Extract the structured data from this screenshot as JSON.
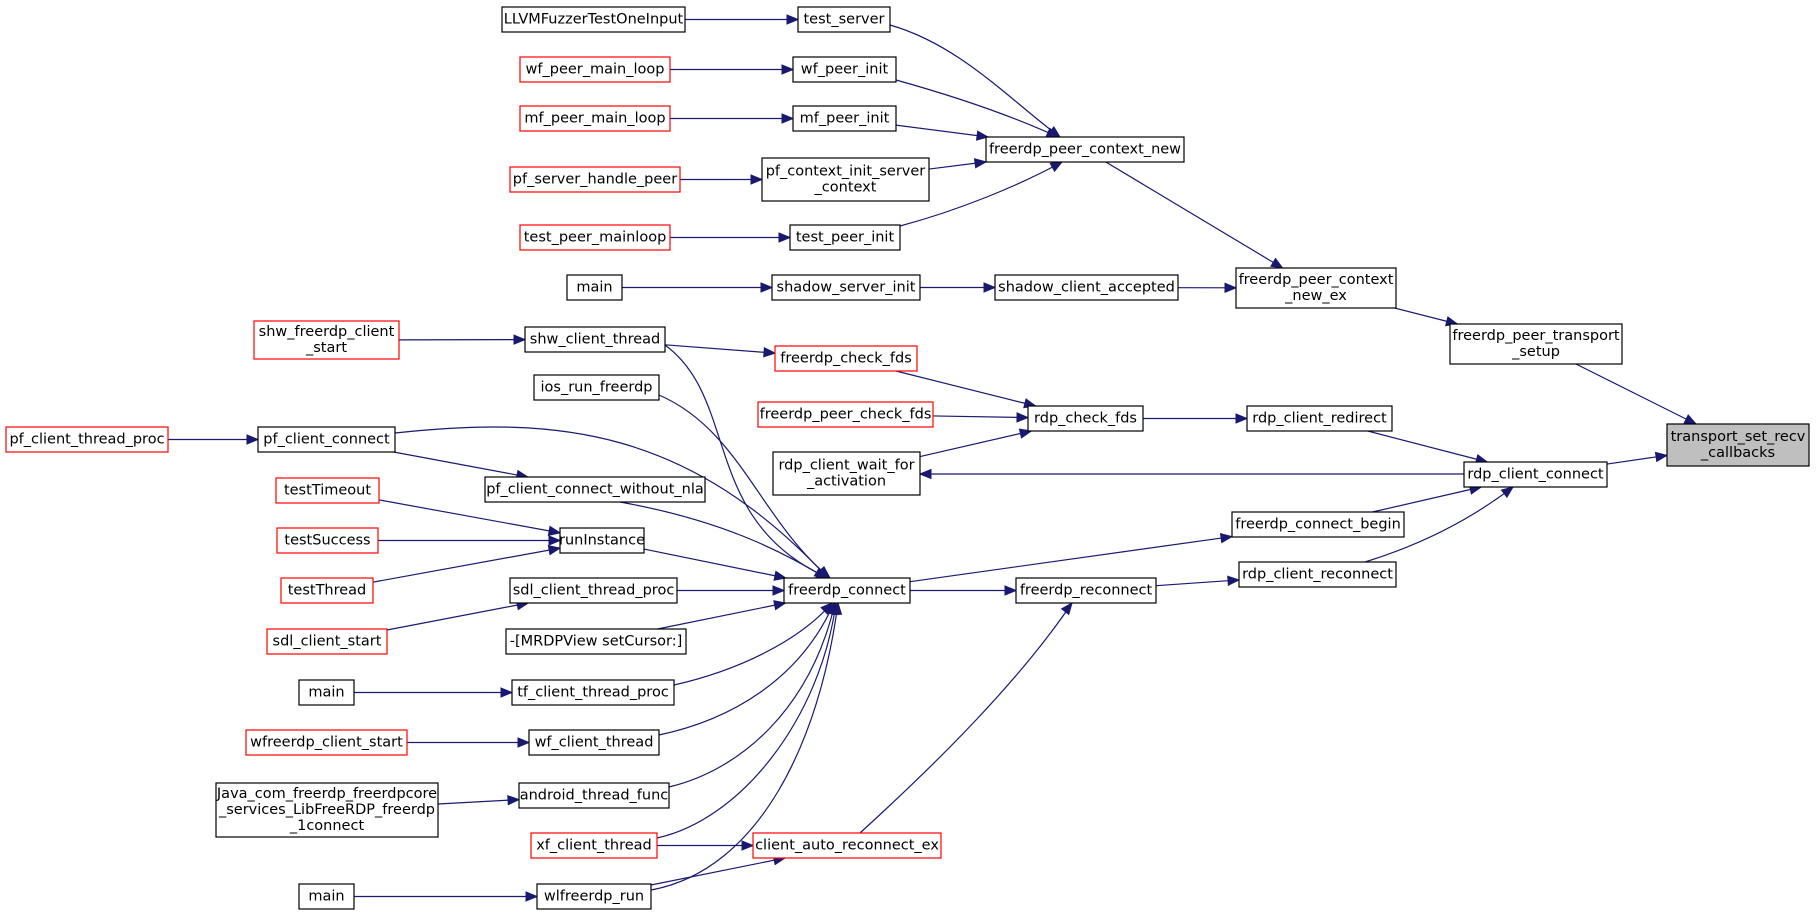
{
  "colors": {
    "edge": "#191970",
    "border_normal": "#000000",
    "border_truncated": "#ff0000",
    "fill_root": "#bfbfbf",
    "fill_normal": "#ffffff"
  },
  "nodes": {
    "llvmfuzzer": {
      "lines": [
        "LLVMFuzzerTestOneInput"
      ],
      "status": "normal"
    },
    "test_server": {
      "lines": [
        "test_server"
      ],
      "status": "normal"
    },
    "wf_peer_main_loop": {
      "lines": [
        "wf_peer_main_loop"
      ],
      "status": "truncated"
    },
    "wf_peer_init": {
      "lines": [
        "wf_peer_init"
      ],
      "status": "normal"
    },
    "mf_peer_main_loop": {
      "lines": [
        "mf_peer_main_loop"
      ],
      "status": "truncated"
    },
    "mf_peer_init": {
      "lines": [
        "mf_peer_init"
      ],
      "status": "normal"
    },
    "pf_server_handle_peer": {
      "lines": [
        "pf_server_handle_peer"
      ],
      "status": "truncated"
    },
    "pf_context_init_server_context": {
      "lines": [
        "pf_context_init_server",
        "_context"
      ],
      "status": "normal"
    },
    "freerdp_peer_context_new": {
      "lines": [
        "freerdp_peer_context_new"
      ],
      "status": "normal"
    },
    "test_peer_mainloop": {
      "lines": [
        "test_peer_mainloop"
      ],
      "status": "truncated"
    },
    "test_peer_init": {
      "lines": [
        "test_peer_init"
      ],
      "status": "normal"
    },
    "main_1": {
      "lines": [
        "main"
      ],
      "status": "normal"
    },
    "shadow_server_init": {
      "lines": [
        "shadow_server_init"
      ],
      "status": "normal"
    },
    "shadow_client_accepted": {
      "lines": [
        "shadow_client_accepted"
      ],
      "status": "normal"
    },
    "freerdp_peer_context_new_ex": {
      "lines": [
        "freerdp_peer_context",
        "_new_ex"
      ],
      "status": "normal"
    },
    "shw_freerdp_client_start": {
      "lines": [
        "shw_freerdp_client",
        "_start"
      ],
      "status": "truncated"
    },
    "shw_client_thread": {
      "lines": [
        "shw_client_thread"
      ],
      "status": "normal"
    },
    "freerdp_check_fds": {
      "lines": [
        "freerdp_check_fds"
      ],
      "status": "truncated"
    },
    "freerdp_peer_transport_setup": {
      "lines": [
        "freerdp_peer_transport",
        "_setup"
      ],
      "status": "normal"
    },
    "ios_run_freerdp": {
      "lines": [
        "ios_run_freerdp"
      ],
      "status": "normal"
    },
    "freerdp_peer_check_fds": {
      "lines": [
        "freerdp_peer_check_fds"
      ],
      "status": "truncated"
    },
    "rdp_check_fds": {
      "lines": [
        "rdp_check_fds"
      ],
      "status": "normal"
    },
    "rdp_client_redirect": {
      "lines": [
        "rdp_client_redirect"
      ],
      "status": "normal"
    },
    "transport_set_recv_callbacks": {
      "lines": [
        "transport_set_recv",
        "_callbacks"
      ],
      "status": "root"
    },
    "pf_client_thread_proc": {
      "lines": [
        "pf_client_thread_proc"
      ],
      "status": "truncated"
    },
    "pf_client_connect": {
      "lines": [
        "pf_client_connect"
      ],
      "status": "normal"
    },
    "rdp_client_wait_for_activation": {
      "lines": [
        "rdp_client_wait_for",
        "_activation"
      ],
      "status": "normal"
    },
    "rdp_client_connect": {
      "lines": [
        "rdp_client_connect"
      ],
      "status": "normal"
    },
    "testTimeout": {
      "lines": [
        "testTimeout"
      ],
      "status": "truncated"
    },
    "pf_client_connect_without_nla": {
      "lines": [
        "pf_client_connect_without_nla"
      ],
      "status": "normal"
    },
    "freerdp_connect_begin": {
      "lines": [
        "freerdp_connect_begin"
      ],
      "status": "normal"
    },
    "testSuccess": {
      "lines": [
        "testSuccess"
      ],
      "status": "truncated"
    },
    "runInstance": {
      "lines": [
        "runInstance"
      ],
      "status": "normal"
    },
    "rdp_client_reconnect": {
      "lines": [
        "rdp_client_reconnect"
      ],
      "status": "normal"
    },
    "testThread": {
      "lines": [
        "testThread"
      ],
      "status": "truncated"
    },
    "sdl_client_thread_proc": {
      "lines": [
        "sdl_client_thread_proc"
      ],
      "status": "normal"
    },
    "freerdp_connect": {
      "lines": [
        "freerdp_connect"
      ],
      "status": "normal"
    },
    "freerdp_reconnect": {
      "lines": [
        "freerdp_reconnect"
      ],
      "status": "normal"
    },
    "sdl_client_start": {
      "lines": [
        "sdl_client_start"
      ],
      "status": "truncated"
    },
    "mrdpview_setcursor": {
      "lines": [
        "-[MRDPView setCursor:]"
      ],
      "status": "normal"
    },
    "main_2": {
      "lines": [
        "main"
      ],
      "status": "normal"
    },
    "tf_client_thread_proc": {
      "lines": [
        "tf_client_thread_proc"
      ],
      "status": "normal"
    },
    "wfreerdp_client_start": {
      "lines": [
        "wfreerdp_client_start"
      ],
      "status": "truncated"
    },
    "wf_client_thread": {
      "lines": [
        "wf_client_thread"
      ],
      "status": "normal"
    },
    "java_libfreerdp_connect": {
      "lines": [
        "Java_com_freerdp_freerdpcore",
        "_services_LibFreeRDP_freerdp",
        "_1connect"
      ],
      "status": "normal"
    },
    "android_thread_func": {
      "lines": [
        "android_thread_func"
      ],
      "status": "normal"
    },
    "xf_client_thread": {
      "lines": [
        "xf_client_thread"
      ],
      "status": "truncated"
    },
    "client_auto_reconnect_ex": {
      "lines": [
        "client_auto_reconnect_ex"
      ],
      "status": "truncated"
    },
    "main_3": {
      "lines": [
        "main"
      ],
      "status": "normal"
    },
    "wlfreerdp_run": {
      "lines": [
        "wlfreerdp_run"
      ],
      "status": "normal"
    }
  },
  "edges": [
    {
      "from": "llvmfuzzer",
      "to": "test_server"
    },
    {
      "from": "wf_peer_main_loop",
      "to": "wf_peer_init"
    },
    {
      "from": "mf_peer_main_loop",
      "to": "mf_peer_init"
    },
    {
      "from": "pf_server_handle_peer",
      "to": "pf_context_init_server_context"
    },
    {
      "from": "test_peer_mainloop",
      "to": "test_peer_init"
    },
    {
      "from": "test_server",
      "to": "freerdp_peer_context_new"
    },
    {
      "from": "wf_peer_init",
      "to": "freerdp_peer_context_new"
    },
    {
      "from": "mf_peer_init",
      "to": "freerdp_peer_context_new"
    },
    {
      "from": "pf_context_init_server_context",
      "to": "freerdp_peer_context_new"
    },
    {
      "from": "test_peer_init",
      "to": "freerdp_peer_context_new"
    },
    {
      "from": "freerdp_peer_context_new",
      "to": "freerdp_peer_context_new_ex"
    },
    {
      "from": "main_1",
      "to": "shadow_server_init"
    },
    {
      "from": "shadow_server_init",
      "to": "shadow_client_accepted"
    },
    {
      "from": "shadow_client_accepted",
      "to": "freerdp_peer_context_new_ex"
    },
    {
      "from": "freerdp_peer_context_new_ex",
      "to": "freerdp_peer_transport_setup"
    },
    {
      "from": "freerdp_peer_transport_setup",
      "to": "transport_set_recv_callbacks"
    },
    {
      "from": "shw_freerdp_client_start",
      "to": "shw_client_thread"
    },
    {
      "from": "shw_client_thread",
      "to": "freerdp_check_fds"
    },
    {
      "from": "freerdp_check_fds",
      "to": "rdp_check_fds"
    },
    {
      "from": "freerdp_peer_check_fds",
      "to": "rdp_check_fds"
    },
    {
      "from": "rdp_client_wait_for_activation",
      "to": "rdp_check_fds"
    },
    {
      "from": "rdp_check_fds",
      "to": "rdp_client_redirect"
    },
    {
      "from": "rdp_client_redirect",
      "to": "rdp_client_connect"
    },
    {
      "from": "rdp_client_connect",
      "to": "rdp_client_wait_for_activation"
    },
    {
      "from": "rdp_client_connect",
      "to": "transport_set_recv_callbacks"
    },
    {
      "from": "freerdp_connect",
      "to": "freerdp_connect_begin"
    },
    {
      "from": "freerdp_connect_begin",
      "to": "rdp_client_connect"
    },
    {
      "from": "rdp_client_reconnect",
      "to": "rdp_client_connect"
    },
    {
      "from": "freerdp_reconnect",
      "to": "rdp_client_reconnect"
    },
    {
      "from": "freerdp_connect",
      "to": "freerdp_reconnect"
    },
    {
      "from": "client_auto_reconnect_ex",
      "to": "freerdp_reconnect"
    },
    {
      "from": "pf_client_thread_proc",
      "to": "pf_client_connect"
    },
    {
      "from": "pf_client_connect",
      "to": "pf_client_connect_without_nla"
    },
    {
      "from": "testTimeout",
      "to": "runInstance"
    },
    {
      "from": "testSuccess",
      "to": "runInstance"
    },
    {
      "from": "testThread",
      "to": "runInstance"
    },
    {
      "from": "sdl_client_start",
      "to": "sdl_client_thread_proc"
    },
    {
      "from": "main_2",
      "to": "tf_client_thread_proc"
    },
    {
      "from": "wfreerdp_client_start",
      "to": "wf_client_thread"
    },
    {
      "from": "java_libfreerdp_connect",
      "to": "android_thread_func"
    },
    {
      "from": "xf_client_thread",
      "to": "client_auto_reconnect_ex"
    },
    {
      "from": "main_3",
      "to": "wlfreerdp_run"
    },
    {
      "from": "wlfreerdp_run",
      "to": "client_auto_reconnect_ex"
    },
    {
      "from": "shw_client_thread",
      "to": "freerdp_connect"
    },
    {
      "from": "ios_run_freerdp",
      "to": "freerdp_connect"
    },
    {
      "from": "pf_client_connect",
      "to": "freerdp_connect"
    },
    {
      "from": "pf_client_connect_without_nla",
      "to": "freerdp_connect"
    },
    {
      "from": "runInstance",
      "to": "freerdp_connect"
    },
    {
      "from": "sdl_client_thread_proc",
      "to": "freerdp_connect"
    },
    {
      "from": "mrdpview_setcursor",
      "to": "freerdp_connect"
    },
    {
      "from": "tf_client_thread_proc",
      "to": "freerdp_connect"
    },
    {
      "from": "wf_client_thread",
      "to": "freerdp_connect"
    },
    {
      "from": "android_thread_func",
      "to": "freerdp_connect"
    },
    {
      "from": "xf_client_thread",
      "to": "freerdp_connect"
    },
    {
      "from": "wlfreerdp_run",
      "to": "freerdp_connect"
    }
  ]
}
